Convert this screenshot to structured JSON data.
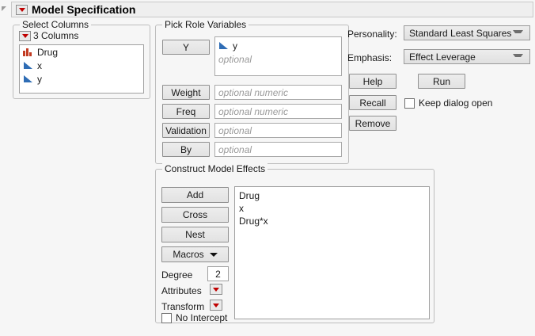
{
  "window": {
    "title": "Model Specification",
    "menu_icon": "red-triangle-menu-icon",
    "collapse_icon": "collapse-triangle-icon"
  },
  "select_columns": {
    "group_title": "Select Columns",
    "count_label": "3 Columns",
    "columns": [
      {
        "name": "Drug",
        "type_icon": "nominal-bars-icon"
      },
      {
        "name": "x",
        "type_icon": "continuous-triangle-icon"
      },
      {
        "name": "y",
        "type_icon": "continuous-triangle-icon"
      }
    ]
  },
  "pick_role_variables": {
    "group_title": "Pick Role Variables",
    "roles": [
      {
        "button": "Y",
        "value": "y",
        "value_icon": "continuous-triangle-icon",
        "placeholder": "optional"
      },
      {
        "button": "Weight",
        "value": "",
        "placeholder": "optional numeric"
      },
      {
        "button": "Freq",
        "value": "",
        "placeholder": "optional numeric"
      },
      {
        "button": "Validation",
        "value": "",
        "placeholder": "optional"
      },
      {
        "button": "By",
        "value": "",
        "placeholder": "optional"
      }
    ]
  },
  "construct_model_effects": {
    "group_title": "Construct Model Effects",
    "buttons": [
      {
        "label": "Add"
      },
      {
        "label": "Cross"
      },
      {
        "label": "Nest"
      },
      {
        "label": "Macros",
        "has_arrow": true
      }
    ],
    "degree_label": "Degree",
    "degree_value": "2",
    "attributes_label": "Attributes",
    "transform_label": "Transform",
    "no_intercept_label": "No Intercept",
    "no_intercept_checked": false,
    "effects": [
      "Drug",
      "x",
      "Drug*x"
    ]
  },
  "options": {
    "personality_label": "Personality:",
    "personality_value": "Standard Least Squares",
    "emphasis_label": "Emphasis:",
    "emphasis_value": "Effect Leverage",
    "help_label": "Help",
    "run_label": "Run",
    "recall_label": "Recall",
    "remove_label": "Remove",
    "keep_dialog_open_label": "Keep dialog open",
    "keep_dialog_open_checked": false
  },
  "colors": {
    "red_triangle": "#c00000",
    "nominal_icon": "#c23b22",
    "continuous_icon": "#2f6db5",
    "background": "#f6f6f6"
  }
}
